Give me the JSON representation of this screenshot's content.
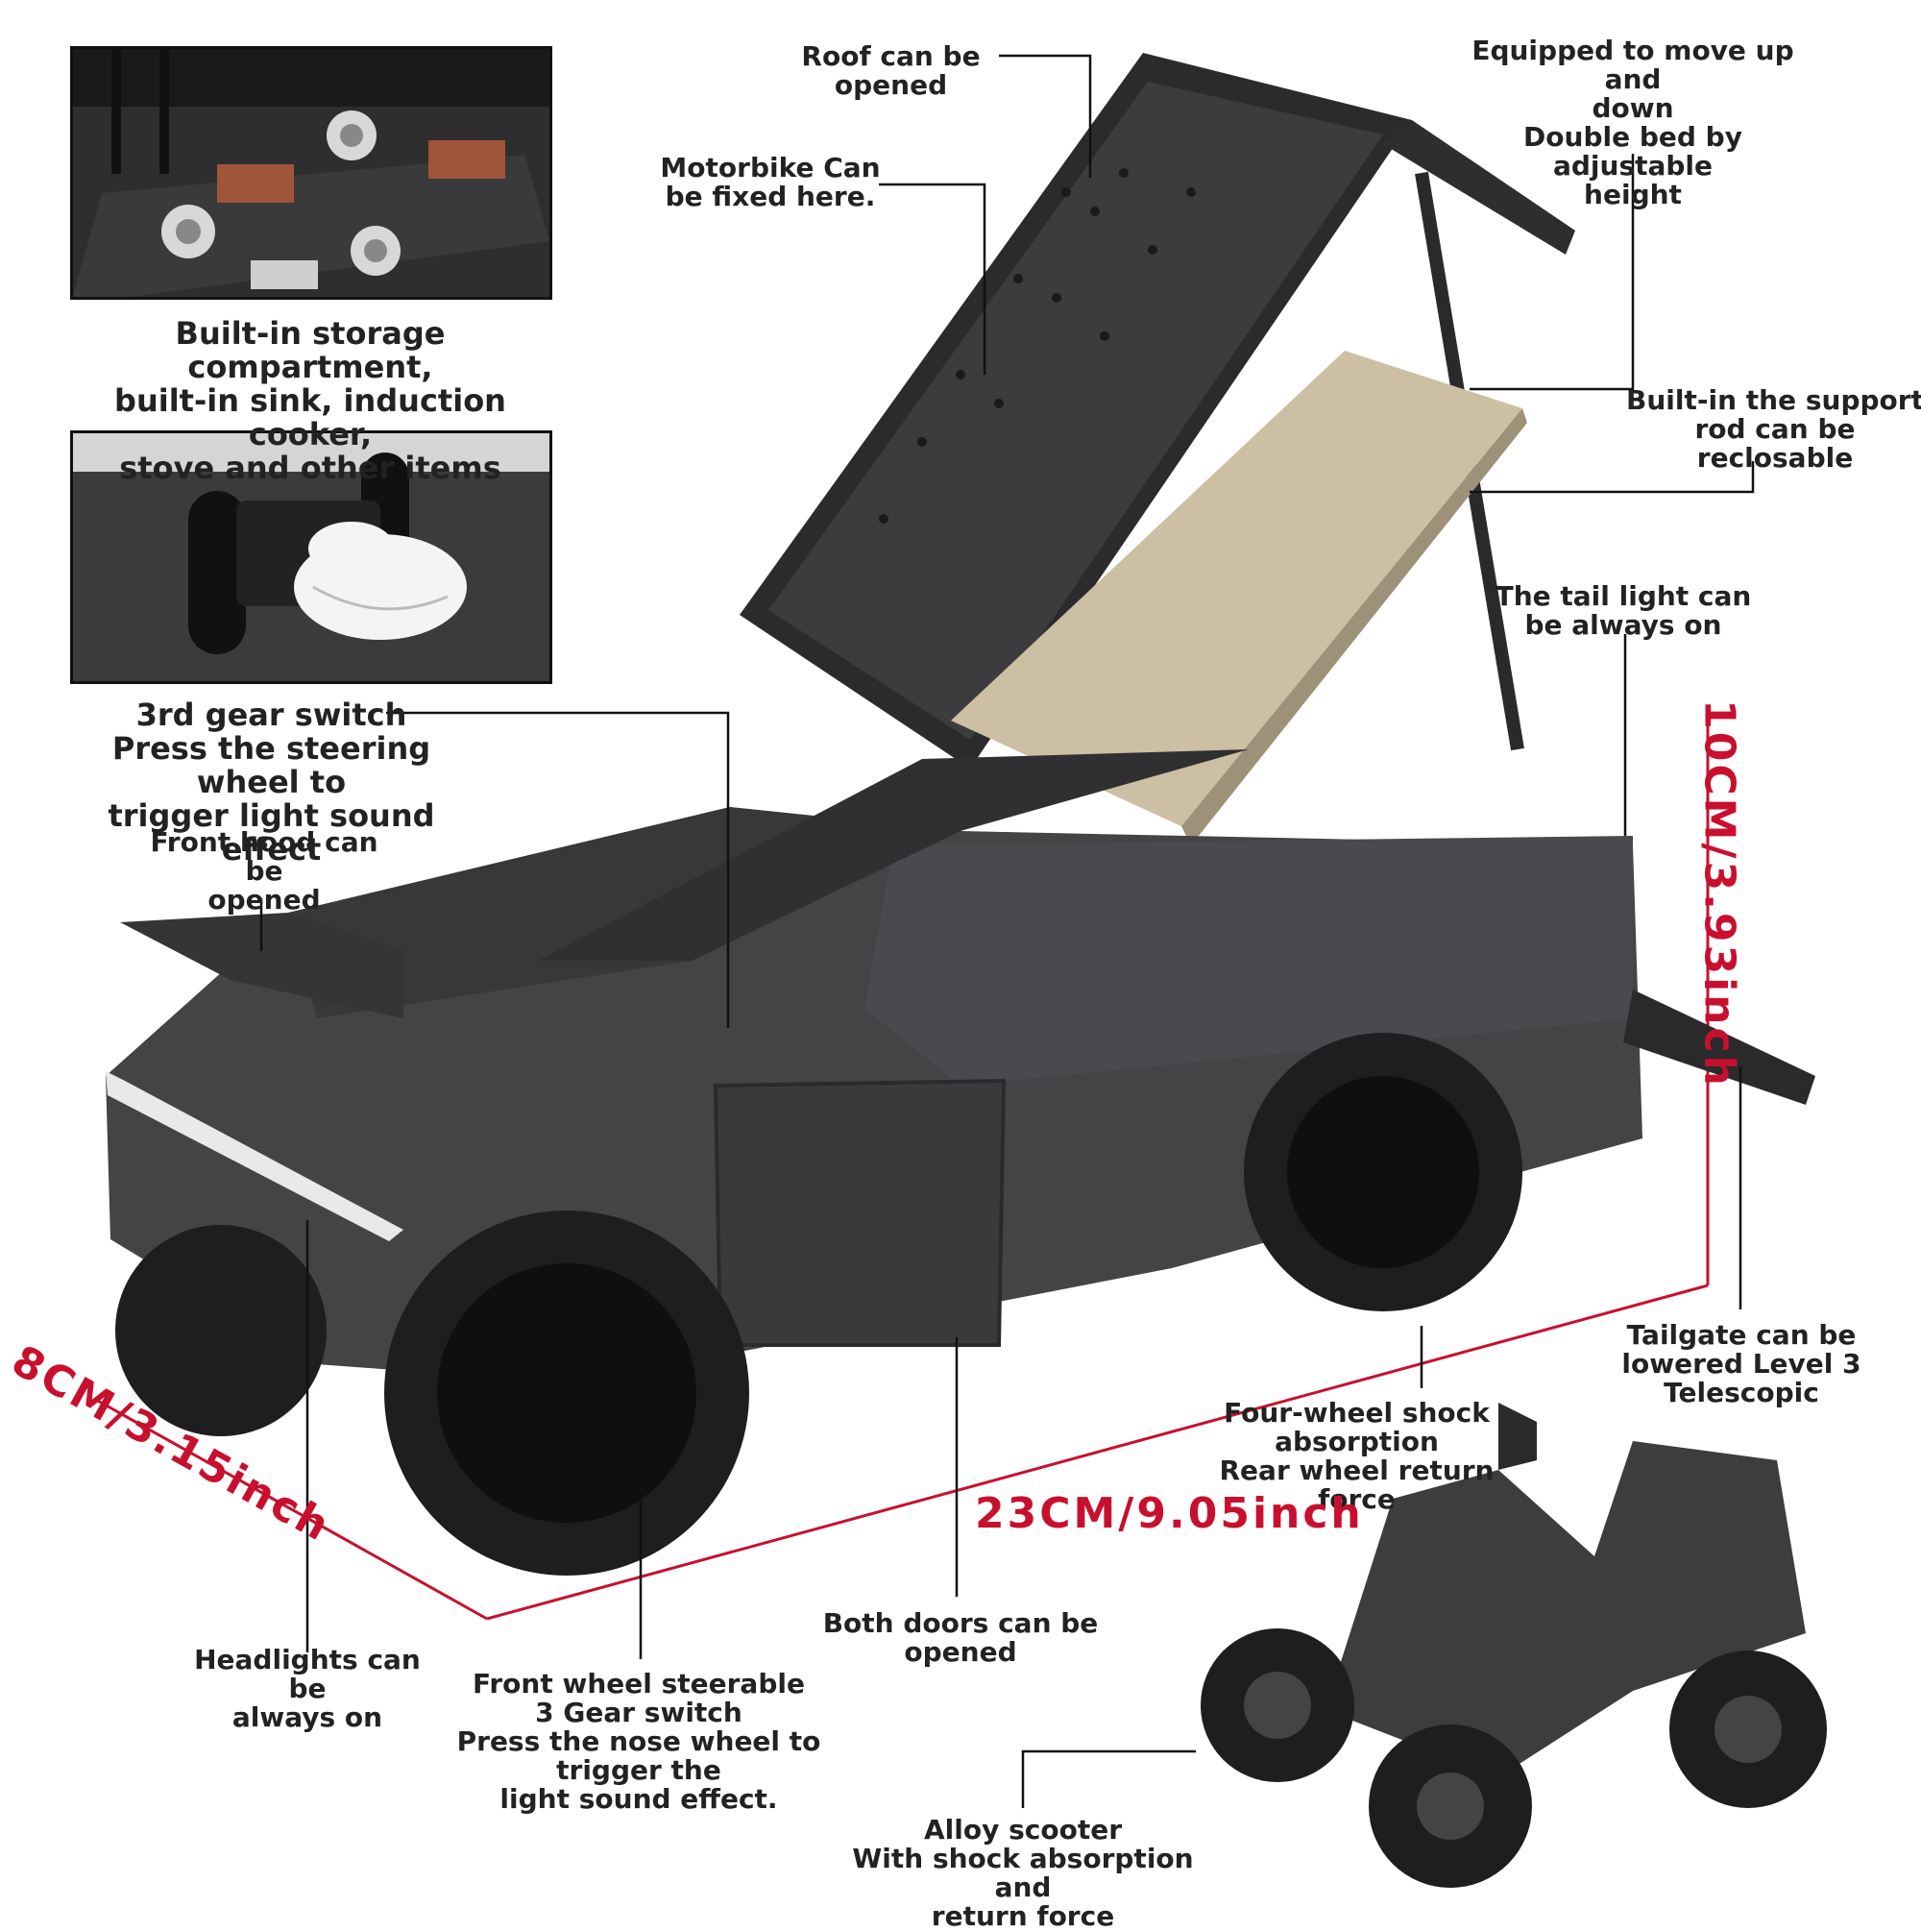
{
  "callouts": {
    "roof": "Roof can be\nopened",
    "motorbike_mount": "Motorbike Can\nbe fixed here.",
    "double_bed": "Equipped to move up and\ndown\nDouble bed by adjustable\nheight",
    "support_rod": "Built-in the support\nrod can be reclosable",
    "tail_light": "The tail light can\nbe always on",
    "storage": "Built-in storage compartment,\nbuilt-in sink, induction cooker,\nstove and other items",
    "gear_switch": "3rd gear switch\nPress the steering wheel to\ntrigger light sound effect",
    "front_hood": "Front hood can be\nopened",
    "tailgate": "Tailgate can be\nlowered Level 3\nTelescopic",
    "shock": "Four-wheel shock\nabsorption\nRear wheel return force",
    "doors": "Both doors can be opened",
    "headlights": "Headlights can be\nalways on",
    "front_wheel": "Front wheel steerable\n3 Gear switch\nPress the nose wheel to trigger the\nlight sound effect.",
    "scooter": "Alloy scooter\nWith shock absorption and\nreturn force"
  },
  "dimensions": {
    "height": "10CM/3.93inch",
    "width": "8CM/3.15inch",
    "length": "23CM/9.05inch"
  },
  "colors": {
    "dimension": "#c8102e",
    "body": "#3f3f42",
    "label": "#222222"
  }
}
